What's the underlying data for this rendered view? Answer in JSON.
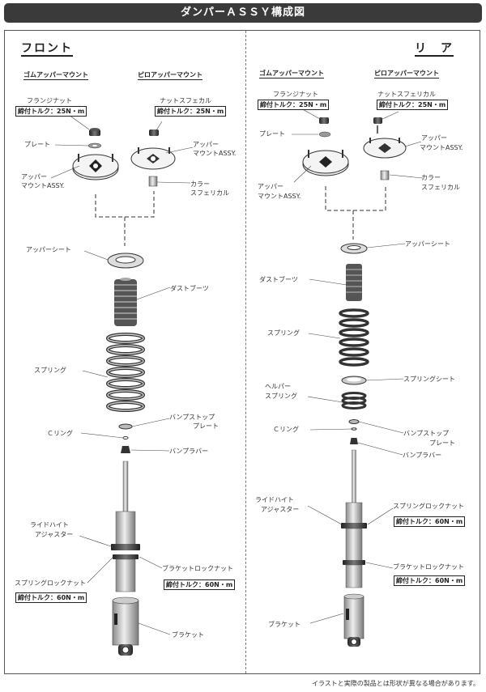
{
  "header": {
    "title": "ダンパーＡＳＳＹ構成図"
  },
  "front": {
    "title": "フロント",
    "rubber_mount": "ゴムアッパーマウント",
    "pillow_mount": "ピロアッパーマウント",
    "flange_nut": "フランジナット",
    "torque_flange": "締付トルク：25N・m",
    "nut_spherical": "ナットスフェカル",
    "torque_nut": "締付トルク：25N・m",
    "plate": "プレート",
    "upper_mount_assy_pillow_1": "アッパー",
    "upper_mount_assy_pillow_2": "マウントASSY.",
    "upper_mount_assy_rubber_1": "アッパー",
    "upper_mount_assy_rubber_2": "マウントASSY.",
    "collar_1": "カラー",
    "collar_2": "スフェリカル",
    "upper_seat": "アッパーシート",
    "dust_boot": "ダストブーツ",
    "spring": "スプリング",
    "bump_plate_1": "バンプストップ",
    "bump_plate_2": "プレート",
    "c_ring": "Ｃリング",
    "bump_rubber": "バンプラバー",
    "ride_height_1": "ライドハイト",
    "ride_height_2": "アジャスター",
    "bracket_lock_nut": "ブラケットロックナット",
    "torque_bracket": "締付トルク：60N・m",
    "spring_lock_nut": "スプリングロックナット",
    "torque_spring": "締付トルク：60N・m",
    "bracket": "ブラケット"
  },
  "rear": {
    "title": "リ　ア",
    "rubber_mount": "ゴムアッパーマウント",
    "pillow_mount": "ピロアッパーマウント",
    "flange_nut": "フランジナット",
    "torque_flange": "締付トルク：25N・m",
    "nut_spherical": "ナットスフェリカル",
    "torque_nut": "締付トルク：25N・m",
    "plate": "プレート",
    "upper_mount_assy_pillow_1": "アッパー",
    "upper_mount_assy_pillow_2": "マウントASSY.",
    "upper_mount_assy_rubber_1": "アッパー",
    "upper_mount_assy_rubber_2": "マウントASSY.",
    "collar_1": "カラー",
    "collar_2": "スフェリカル",
    "upper_seat": "アッパーシート",
    "dust_boot": "ダストブーツ",
    "spring": "スプリング",
    "spring_seat": "スプリングシート",
    "helper_1": "ヘルパー",
    "helper_2": "スプリング",
    "c_ring": "Ｃリング",
    "bump_plate_1": "バンプストップ",
    "bump_plate_2": "プレート",
    "bump_rubber": "バンプラバー",
    "ride_height_1": "ライドハイト",
    "ride_height_2": "アジャスター",
    "spring_lock_nut": "スプリングロックナット",
    "torque_spring": "締付トルク：60N・m",
    "bracket_lock_nut": "ブラケットロックナット",
    "torque_bracket": "締付トルク：60N・m",
    "bracket": "ブラケット"
  },
  "footer": {
    "note": "イラストと実際の製品とは形状が異なる場合があります。"
  }
}
